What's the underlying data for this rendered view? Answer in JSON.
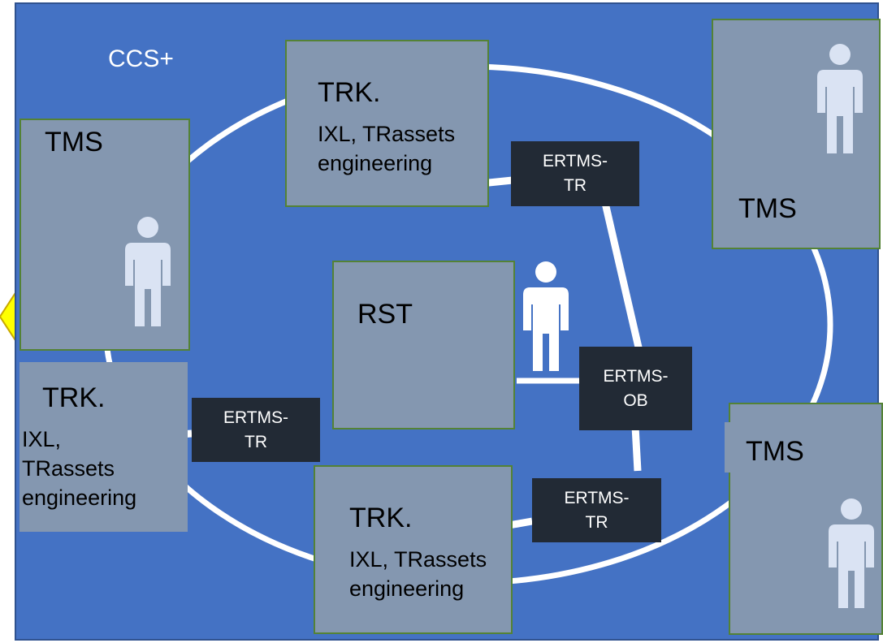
{
  "diagram": {
    "region_label": "CCS+",
    "colors": {
      "background": "#4472c4",
      "node_fill": "#8497b0",
      "node_border": "#548235",
      "interface_fill": "#222a35",
      "connector": "#ffffff",
      "person_fill": "#dae3f3",
      "pointer_fill": "#ffff00"
    },
    "tms_nodes": [
      {
        "label": "TMS"
      },
      {
        "label": "TMS"
      },
      {
        "label": "TMS"
      }
    ],
    "trk_nodes": [
      {
        "title": "TRK.",
        "line1": "IXL, TRassets",
        "line2": "engineering"
      },
      {
        "title": "TRK.",
        "line1": "IXL,",
        "line2": "TRassets",
        "line3": "engineering"
      },
      {
        "title": "TRK.",
        "line1": "IXL, TRassets",
        "line2": "engineering"
      }
    ],
    "rst_node": {
      "label": "RST"
    },
    "interfaces": [
      {
        "line1": "ERTMS-",
        "line2": "TR"
      },
      {
        "line1": "ERTMS-",
        "line2": "TR"
      },
      {
        "line1": "ERTMS-",
        "line2": "TR"
      },
      {
        "line1": "ERTMS-",
        "line2": "OB"
      }
    ],
    "icons": [
      "person-icon",
      "person-icon",
      "person-icon",
      "person-icon",
      "arrow-pointer-icon"
    ]
  }
}
